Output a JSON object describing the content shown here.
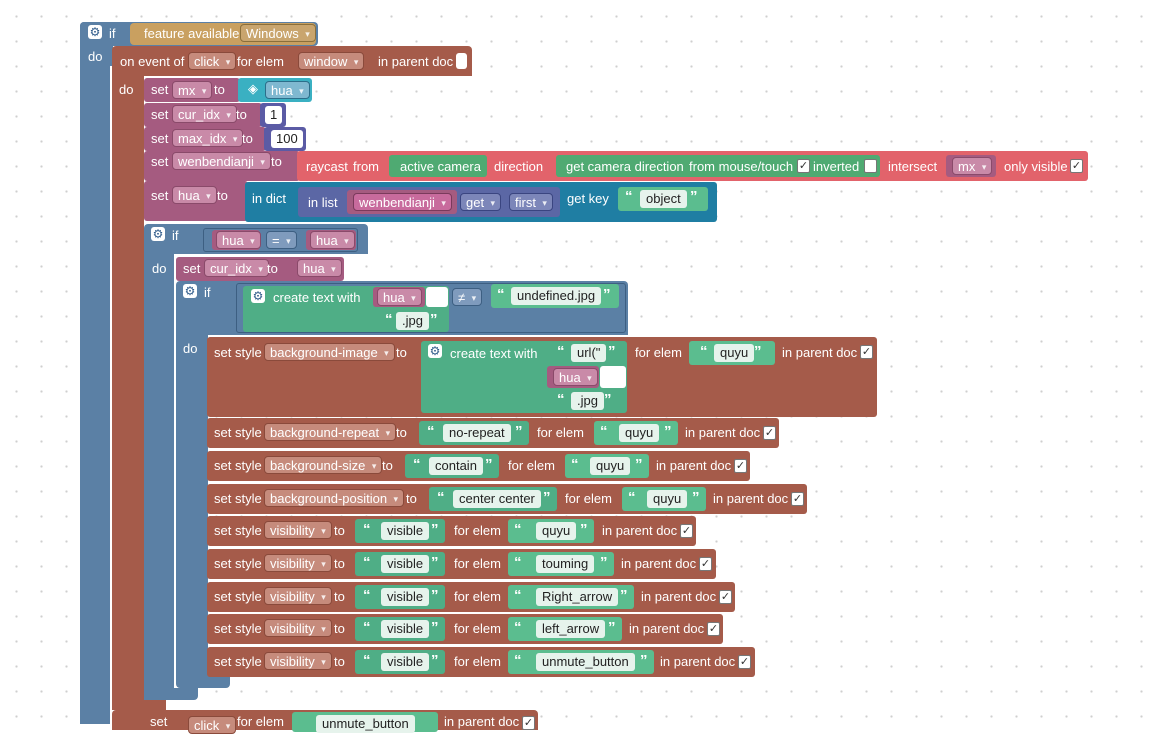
{
  "kw": {
    "if": "if",
    "do": "do",
    "set": "set",
    "to": "to",
    "for_elem": "for elem",
    "in_parent_doc": "in parent doc",
    "set_style": "set style",
    "raycast": "raycast",
    "from": "from",
    "direction": "direction",
    "intersect": "intersect",
    "only_visible": "only visible",
    "in_dict": "in dict",
    "in_list": "in list",
    "get_key": "get key",
    "create_text_with": "create text with",
    "feature_available": "feature available",
    "on_event_of": "on event of",
    "active_camera": "active camera",
    "get_camera_direction": "get camera direction",
    "from_mouse_touch": "from mouse/touch",
    "inverted": "inverted",
    "open_q": "“",
    "close_q": "”"
  },
  "root": {
    "feature": "Windows"
  },
  "event": {
    "type": "click",
    "elem": "window"
  },
  "sets": {
    "mx_var": "mx",
    "mx_val": "hua",
    "idx_var": "cur_idx",
    "idx_val": "1",
    "max_var": "max_idx",
    "max_val": "100",
    "wb_var": "wenbendianji",
    "hua_var": "hua"
  },
  "raycast": {
    "intersect_var": "mx"
  },
  "dict": {
    "list_var": "wenbendianji",
    "mode": "get",
    "where": "first",
    "key": "object"
  },
  "if2": {
    "left": "hua",
    "op": "=",
    "right": "hua"
  },
  "set_cur": {
    "var": "cur_idx",
    "val": "hua"
  },
  "if3": {
    "var": "hua",
    "op": "≠",
    "cmp": "undefined.jpg",
    "ext": ".jpg"
  },
  "bg_image": {
    "prop": "background-image",
    "url": "url(\"",
    "var": "hua",
    "ext": ".jpg",
    "elem": "quyu"
  },
  "styles": [
    {
      "prop": "background-repeat",
      "value": "no-repeat",
      "elem": "quyu"
    },
    {
      "prop": "background-size",
      "value": "contain",
      "elem": "quyu"
    },
    {
      "prop": "background-position",
      "value": "center center",
      "elem": "quyu"
    },
    {
      "prop": "visibility",
      "value": "visible",
      "elem": "quyu"
    },
    {
      "prop": "visibility",
      "value": "visible",
      "elem": "touming"
    },
    {
      "prop": "visibility",
      "value": "visible",
      "elem": "Right_arrow"
    },
    {
      "prop": "visibility",
      "value": "visible",
      "elem": "left_arrow"
    },
    {
      "prop": "visibility",
      "value": "visible",
      "elem": "unmute_button"
    }
  ],
  "bottom": {
    "type": "click",
    "elem": "unmute_button"
  },
  "colors": {
    "logic": "#5b80a5",
    "event": "#a55b4a",
    "variable": "#a55b80",
    "text": "#5ba58c",
    "sensor": "#e2636b"
  }
}
